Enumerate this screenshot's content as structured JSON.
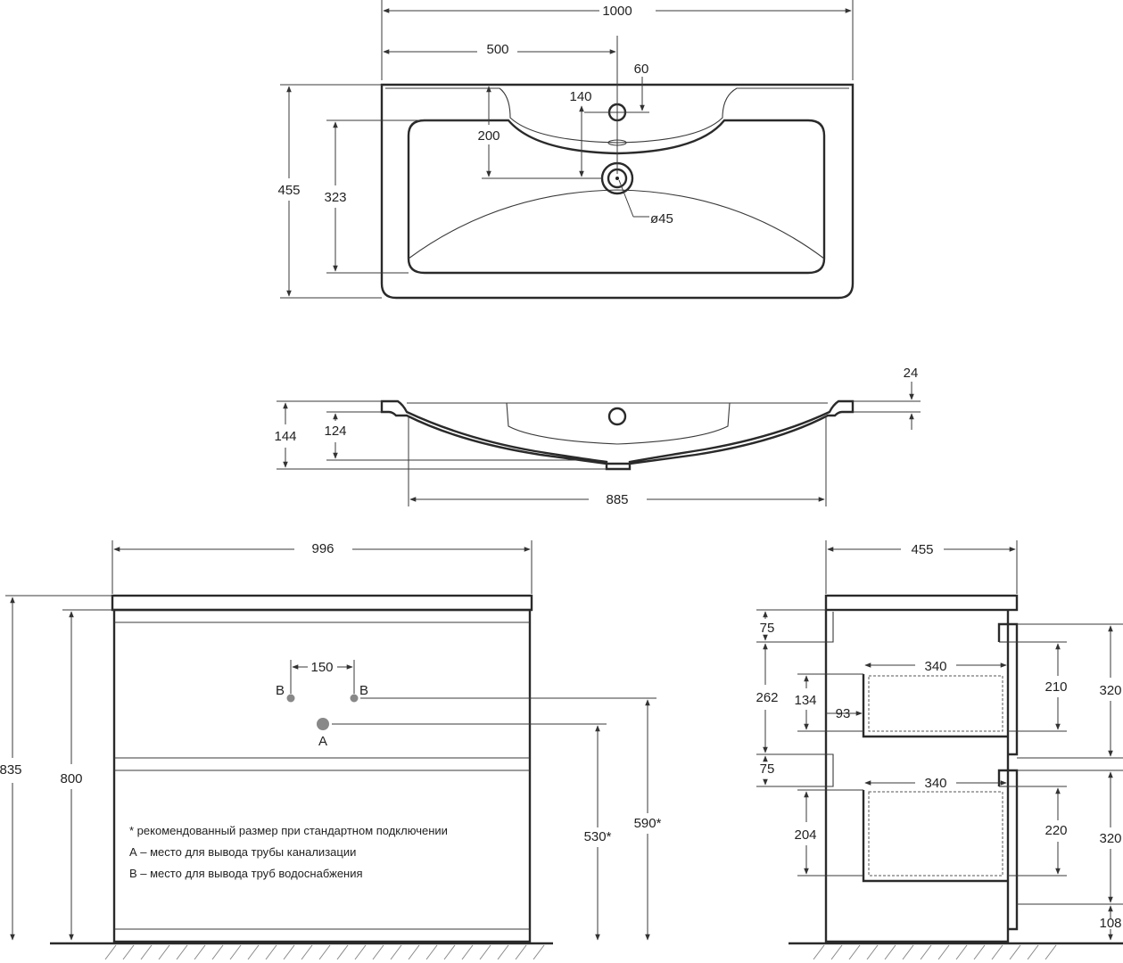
{
  "top_view": {
    "width": "1000",
    "half_width": "500",
    "tap_hole_offset": "60",
    "tap_to_drain": "140",
    "front_to_drain": "200",
    "basin_depth": "323",
    "total_depth": "455",
    "drain_diameter": "ø45"
  },
  "side_view": {
    "rim_thickness": "24",
    "height_outer": "144",
    "height_inner": "124",
    "bowl_width": "885"
  },
  "front_view": {
    "width": "996",
    "pipe_spacing": "150",
    "label_b_left": "В",
    "label_b_right": "В",
    "label_a": "А",
    "total_height": "835",
    "cabinet_height": "800",
    "drain_height": "530*",
    "supply_height": "590*",
    "notes": [
      "* рекомендованный размер при стандартном подключении",
      "А – место для вывода трубы канализации",
      "В – место для вывода труб водоснабжения"
    ]
  },
  "section_view": {
    "depth": "455",
    "top_rail": "75",
    "upper_front": "262",
    "upper_inner": "134",
    "mid_rail": "75",
    "lower_inner_h": "204",
    "offset": "93",
    "drawer_depth_top": "340",
    "drawer_depth_bottom": "340",
    "upper_drawer_h": "210",
    "lower_drawer_h": "220",
    "upper_front_h": "320",
    "lower_front_h": "320",
    "leg_h": "108"
  },
  "colors": {
    "line": "#2a2a2a",
    "point": "#888888"
  }
}
